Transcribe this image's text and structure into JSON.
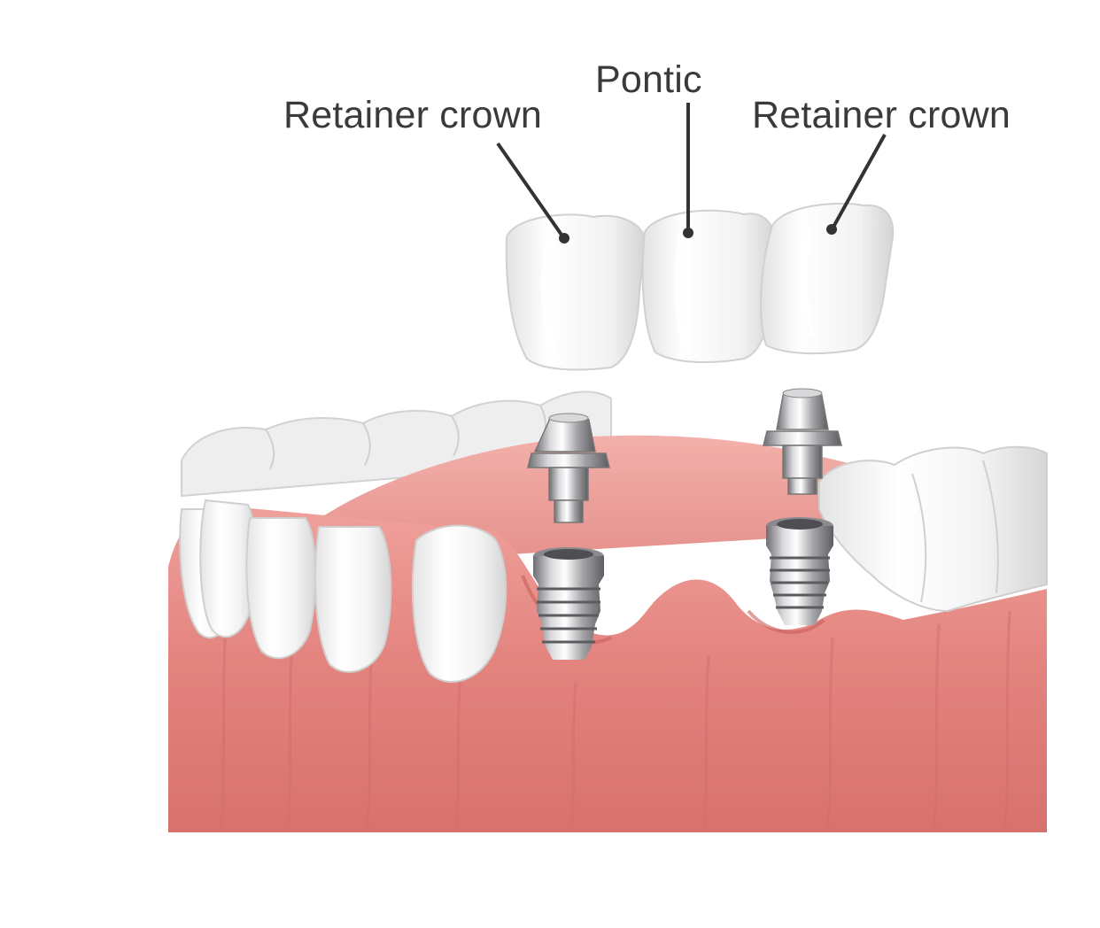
{
  "labels": {
    "retainer_crown_left": "Retainer crown",
    "pontic": "Pontic",
    "retainer_crown_right": "Retainer crown"
  },
  "colors": {
    "gum": "#e88a86",
    "gum_dark": "#c8625f",
    "gum_light": "#f3aaa5",
    "tooth": "#f7f7f7",
    "tooth_shadow": "#d9d9d9",
    "implant": "#b9b9bc",
    "implant_dark": "#6f6f73",
    "leader_line": "#333333",
    "text": "#3a3a3a"
  }
}
